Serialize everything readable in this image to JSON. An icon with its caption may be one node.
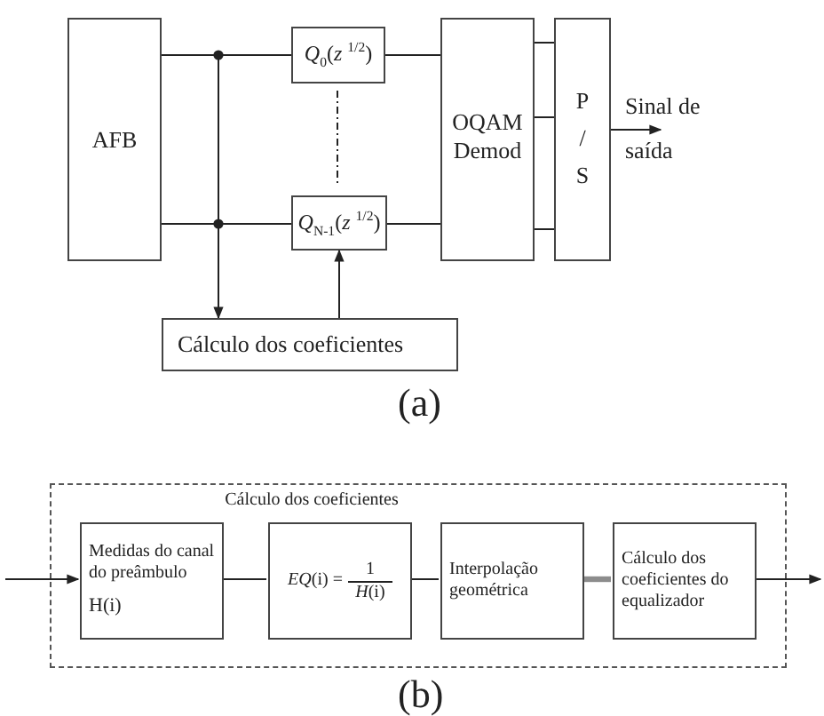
{
  "diagram": {
    "nodes": [
      {
        "text": [
          "AFB"
        ]
      },
      {
        "text": [
          "*Q*$_{0}$(*z* $^{1/2}$)"
        ]
      },
      {
        "text": [
          "*Q*$_{N-1}$(*z* $^{1/2}$)"
        ]
      },
      {
        "text": [
          "OQAM Demod"
        ]
      },
      {
        "text": [
          "P / S"
        ]
      },
      {
        "text": [
          "Sinal de saída"
        ]
      },
      {
        "text": [
          "Cálculo dos coeficientes"
        ]
      },
      {
        "text": [
          "Cálculo dos coeficientes"
        ]
      },
      {
        "text": [
          "Medidas do canal do preâmbulo",
          "H(i)"
        ],
        "in": 7
      },
      {
        "text": [
          "*EQ*(i) =",
          "1",
          "*H*(i)"
        ],
        "in": 7
      },
      {
        "text": [
          "Interpolação geométrica"
        ],
        "in": 7
      },
      {
        "text": [
          "Cálculo dos coeficientes do equalizador"
        ],
        "in": 7
      }
    ],
    "edges": [
      {
        "from": 0,
        "to": 1,
        "arrow": "none"
      },
      {
        "from": 0,
        "to": 2,
        "arrow": "none"
      },
      {
        "from": 0,
        "to": 6,
        "arrow": "to"
      },
      {
        "from": 6,
        "to": 2,
        "arrow": "to"
      },
      {
        "from": 1,
        "to": 3,
        "arrow": "none"
      },
      {
        "from": 2,
        "to": 3,
        "arrow": "none"
      },
      {
        "from": 3,
        "to": 4,
        "arrow": "none"
      },
      {
        "from": 3,
        "to": 4,
        "arrow": "none"
      },
      {
        "from": 3,
        "to": 4,
        "arrow": "none"
      },
      {
        "from": 4,
        "to": 5,
        "arrow": "to"
      },
      {
        "from": null,
        "to": 8,
        "arrow": "to"
      },
      {
        "from": 8,
        "to": 9,
        "arrow": "none"
      },
      {
        "from": 9,
        "to": 10,
        "arrow": "none"
      },
      {
        "from": 10,
        "to": 11,
        "arrow": "none",
        "style": "thick",
        "color": "#8c8c8c"
      },
      {
        "from": 11,
        "to": null,
        "arrow": "to"
      },
      {
        "from": 1,
        "to": 2,
        "arrow": "none",
        "style": "dashed"
      }
    ],
    "labels": [
      "(a)",
      "(b)"
    ]
  }
}
